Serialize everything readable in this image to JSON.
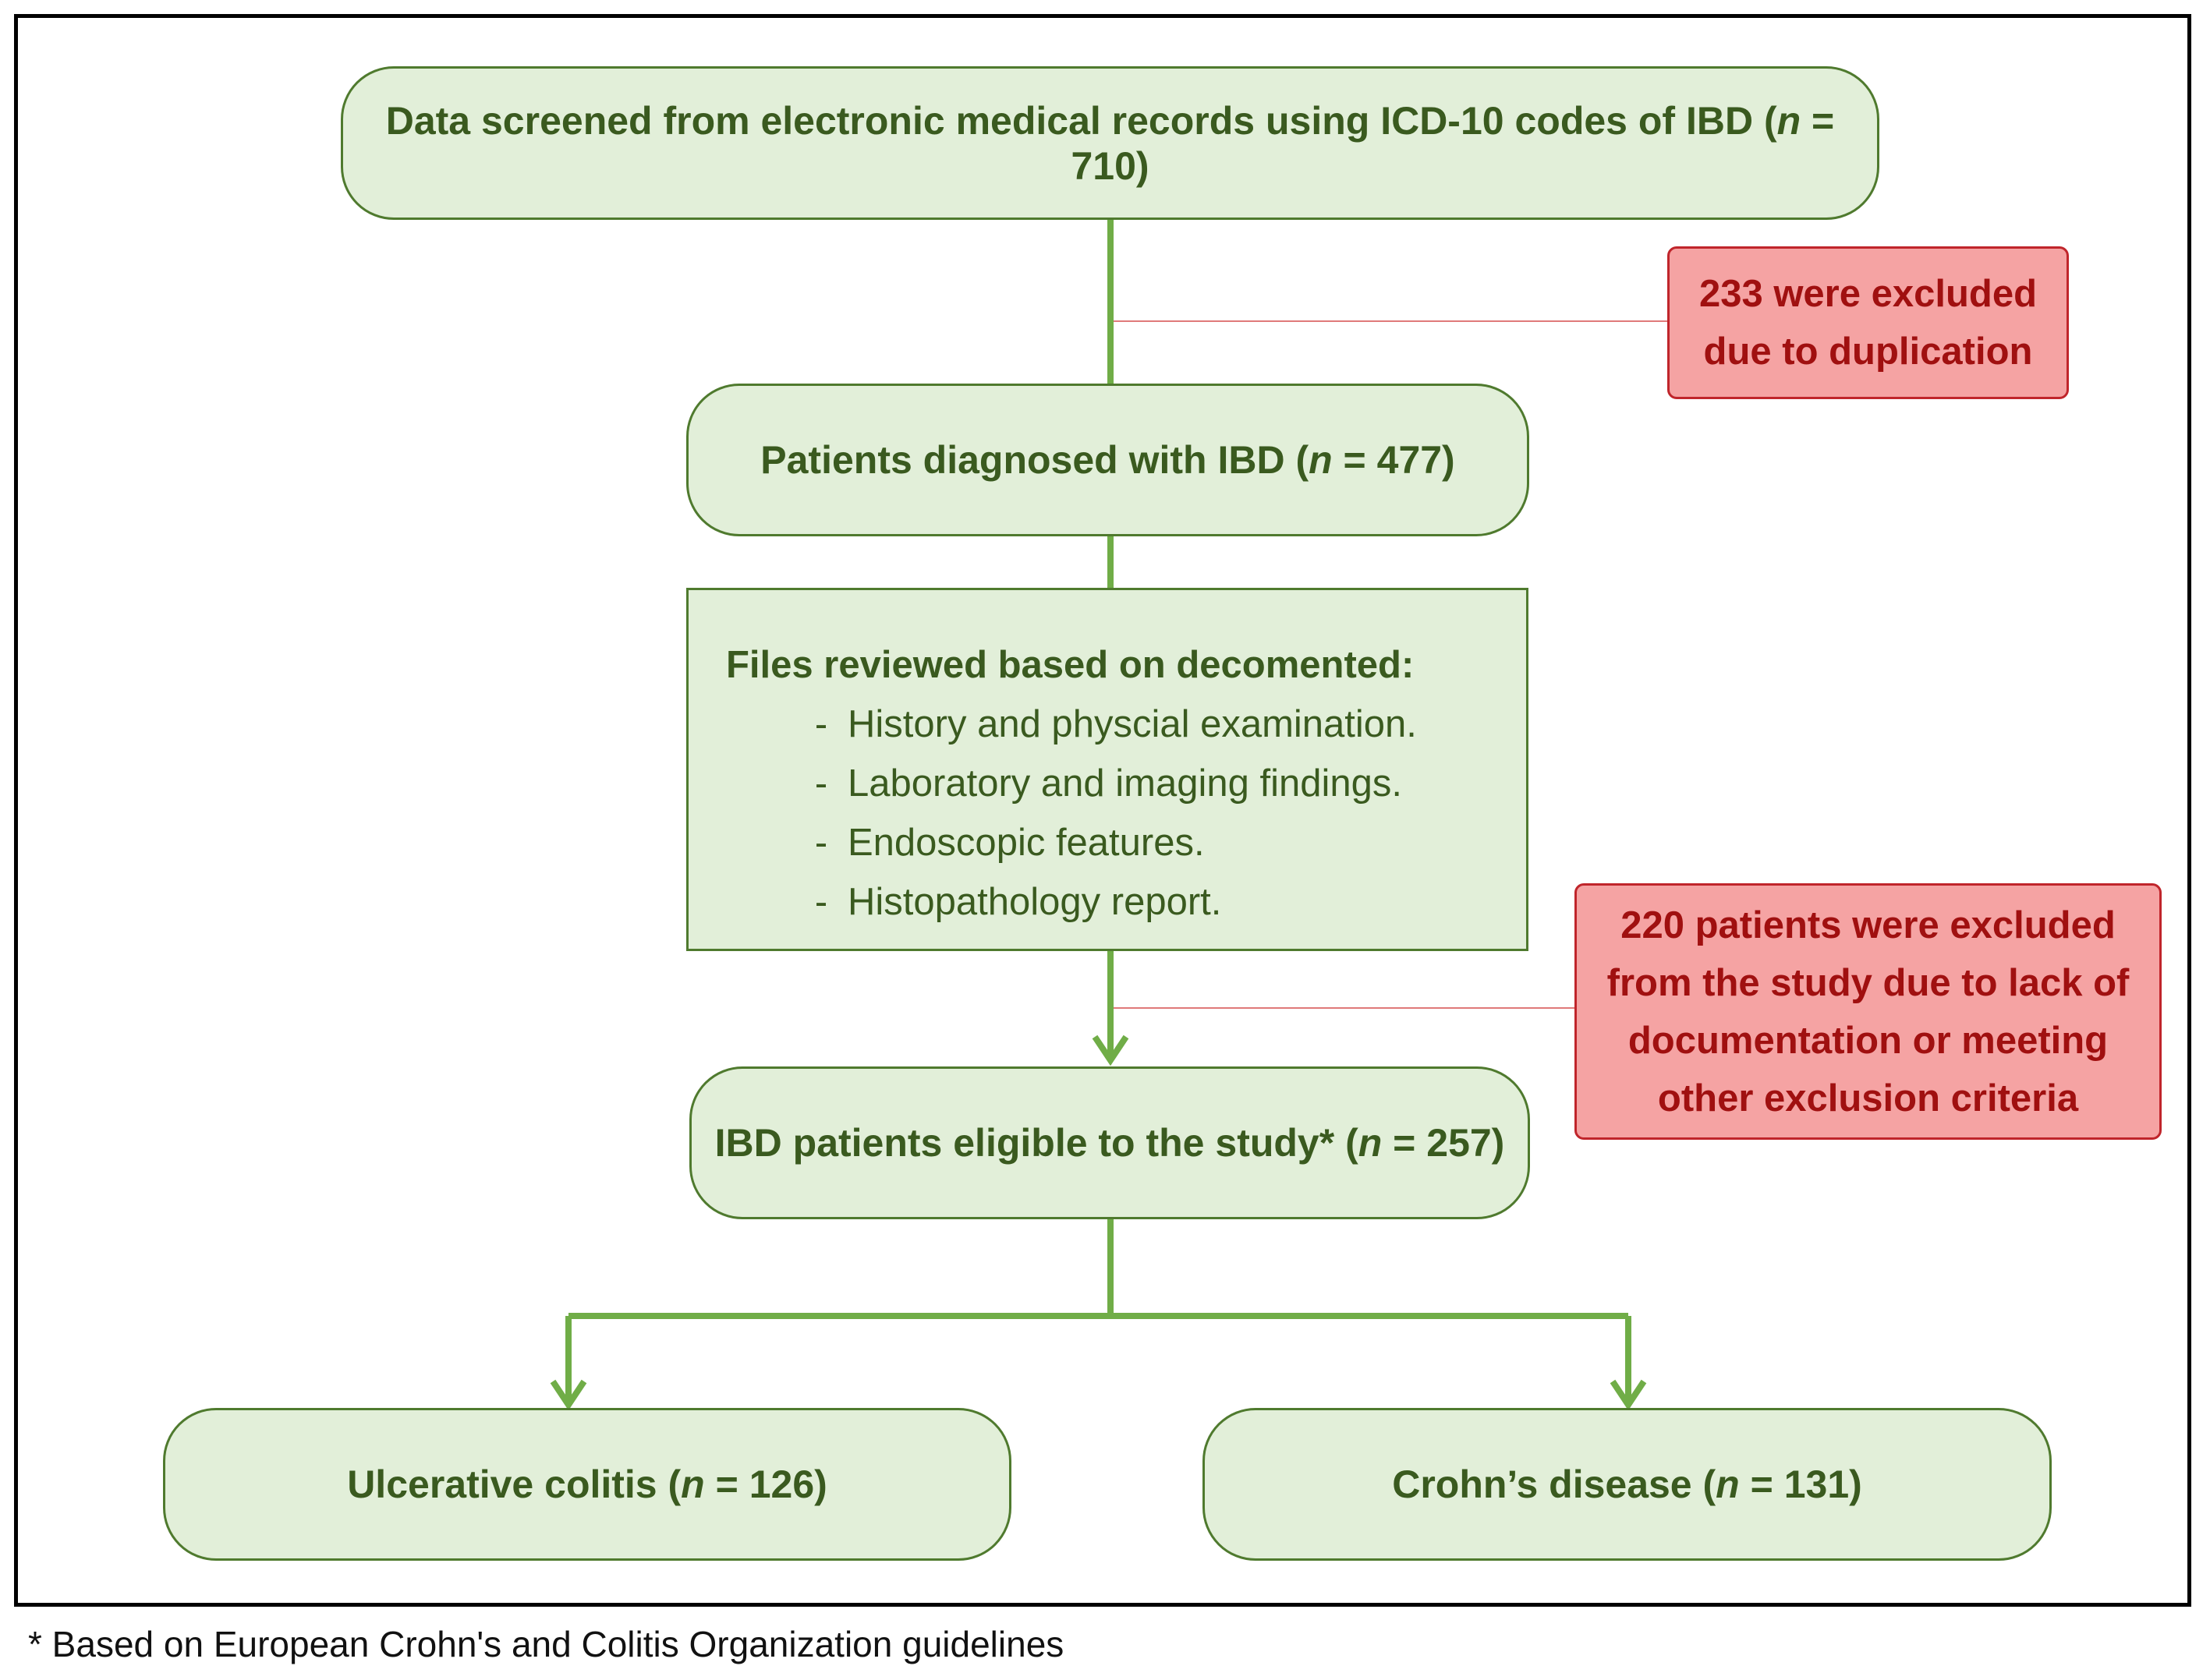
{
  "footnote": "* Based on European Crohn's and Colitis Organization guidelines",
  "boxes": {
    "screened": {
      "text": "Data screened from electronic medical records using ICD-10 codes of IBD (",
      "n": "n",
      "rest": " = 710)"
    },
    "diagnosed": {
      "text": "Patients diagnosed with IBD (",
      "n": "n",
      "rest": " = 477)"
    },
    "review": {
      "heading": "Files reviewed based on decomented:",
      "dash": "-",
      "items": [
        "History and physcial examination.",
        "Laboratory and imaging findings.",
        "Endoscopic features.",
        "Histopathology report."
      ]
    },
    "eligible": {
      "text": "IBD patients eligible to the study* (",
      "n": "n",
      "rest": " = 257)"
    },
    "uc": {
      "text": "Ulcerative colitis (",
      "n": "n",
      "rest": " = 126)"
    },
    "cd": {
      "text": "Crohn’s disease (",
      "n": "n",
      "rest": " = 131)"
    }
  },
  "exclusions": {
    "duplication": {
      "lines": [
        "233 were excluded",
        "due to duplication"
      ]
    },
    "documentation": {
      "lines": [
        "220 patients were excluded",
        "from the study due to lack of",
        "documentation or meeting",
        "other exclusion criteria"
      ]
    }
  },
  "colors": {
    "box_fill": "#e2efd9",
    "box_border": "#4f7a2e",
    "connector": "#70ad47",
    "exclusion_fill": "#f5a3a3",
    "exclusion_border": "#c0252b"
  }
}
